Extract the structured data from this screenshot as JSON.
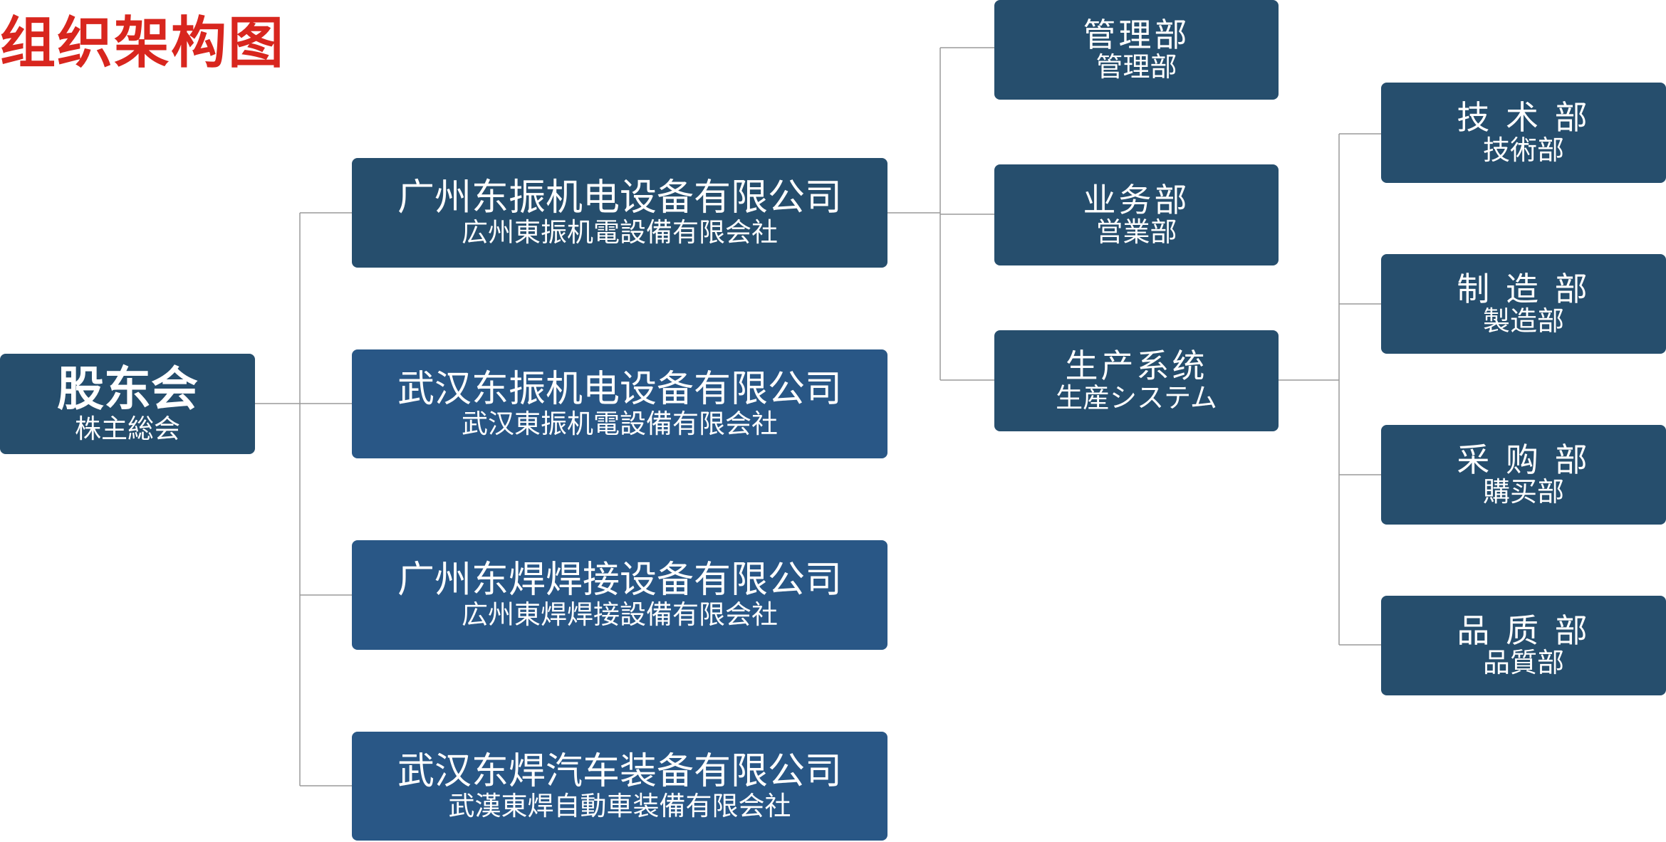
{
  "title": "组织架构图",
  "root": {
    "main": "股东会",
    "sub": "株主総会"
  },
  "companies": [
    {
      "main": "广州东振机电设备有限公司",
      "sub": "広州東振机電設備有限会社"
    },
    {
      "main": "武汉东振机电设备有限公司",
      "sub": "武汉東振机電設備有限会社"
    },
    {
      "main": "广州东焊焊接设备有限公司",
      "sub": "広州東焊焊接設備有限会社"
    },
    {
      "main": "武汉东焊汽车装备有限公司",
      "sub": "武漢東焊自動車装備有限会社"
    }
  ],
  "departments": [
    {
      "main": "管理部",
      "sub": "管理部"
    },
    {
      "main": "业务部",
      "sub": "営業部"
    },
    {
      "main": "生产系统",
      "sub": "生産システム"
    }
  ],
  "production_units": [
    {
      "main": "技 术 部",
      "sub": "技術部"
    },
    {
      "main": "制 造 部",
      "sub": "製造部"
    },
    {
      "main": "采 购 部",
      "sub": "購买部"
    },
    {
      "main": "品 质 部",
      "sub": "品質部"
    }
  ],
  "colors": {
    "title": "#d8261e",
    "box_dark": "#264e6d",
    "box_blue": "#295786",
    "line": "#9a9a9a"
  }
}
